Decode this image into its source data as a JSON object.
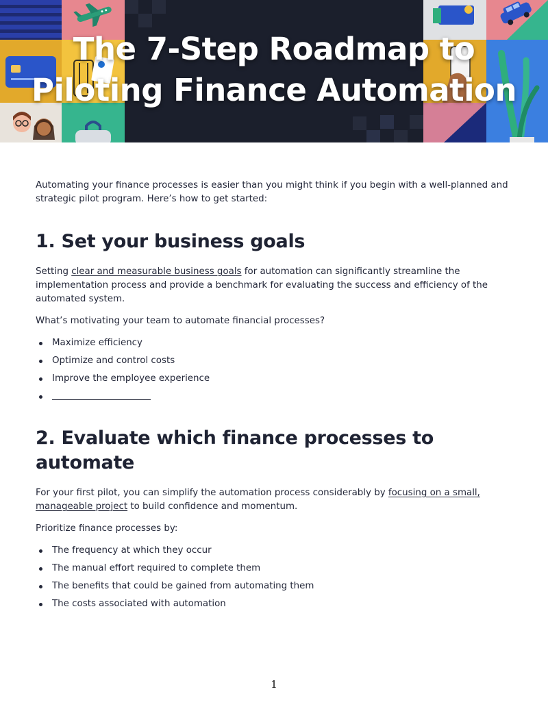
{
  "banner": {
    "title_line1": "The 7-Step Roadmap to",
    "title_line2": "Piloting Finance Automation"
  },
  "intro": "Automating your finance processes is easier than you might think if you begin with a well-planned and strategic pilot program. Here’s how to get started:",
  "section1": {
    "heading": "1. Set your business goals",
    "para_before": "Setting ",
    "link_text": "clear and measurable business goals",
    "para_after": " for automation can significantly streamline the implementation process and provide a benchmark for evaluating the success and efficiency of the automated system.",
    "question": "What’s motivating your team to automate financial processes?",
    "items": [
      "Maximize efficiency",
      "Optimize and control costs",
      "Improve the employee experience"
    ]
  },
  "section2": {
    "heading": "2. Evaluate which finance processes to automate",
    "para_before": "For your first pilot, you can simplify the automation process considerably by ",
    "link_text": "focusing on a small, manageable project",
    "para_after": " to build confidence and momentum.",
    "prioritize": "Prioritize finance processes by:",
    "items": [
      "The frequency at which they occur",
      "The manual effort required to complete them",
      "The benefits that could be gained from automating them",
      "The costs associated with automation"
    ]
  },
  "page_number": "1"
}
